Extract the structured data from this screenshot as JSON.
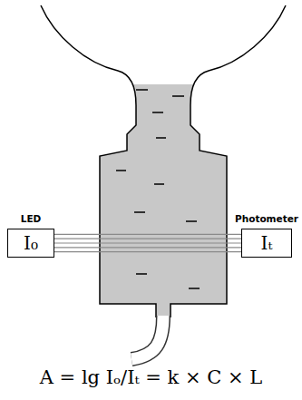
{
  "diagram": {
    "nodes": [
      {
        "text": [
          "LED",
          "I₀"
        ]
      },
      {
        "text": [
          "Photometer",
          "Iₜ"
        ]
      }
    ],
    "edges": [
      {
        "from": 0,
        "to": 1,
        "arrow": "none"
      }
    ],
    "labels": [
      "A = lg Iₒ/Iₜ = k × C × L"
    ]
  }
}
